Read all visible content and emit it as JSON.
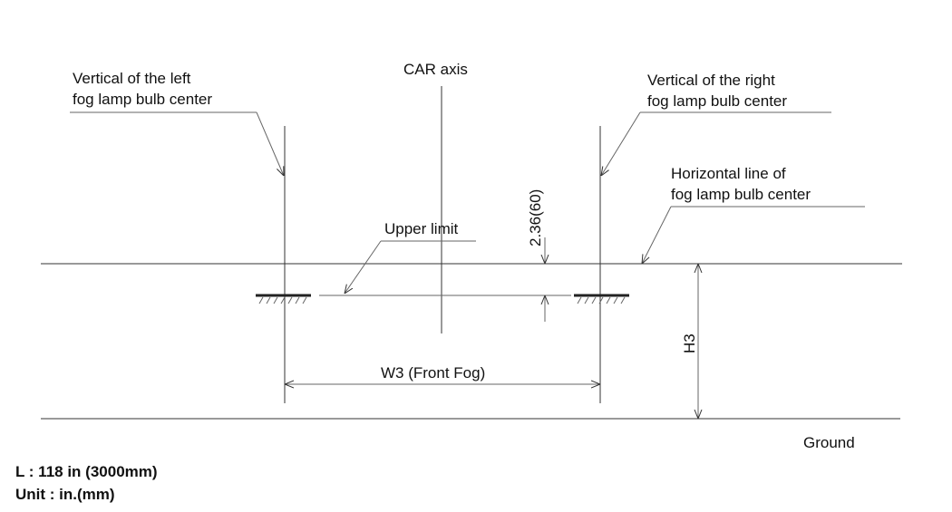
{
  "labels": {
    "left_vertical_line1": "Vertical of the left",
    "left_vertical_line2": "fog lamp bulb center",
    "car_axis": "CAR axis",
    "right_vertical_line1": "Vertical of the right",
    "right_vertical_line2": "fog lamp bulb center",
    "horizontal_line1": "Horizontal line of",
    "horizontal_line2": "fog lamp bulb center",
    "upper_limit": "Upper limit",
    "offset_dimension": "2.36(60)",
    "height_dimension": "H3",
    "width_dimension": "W3 (Front Fog)",
    "ground": "Ground"
  },
  "notes": {
    "distance": "L : 118 in (3000mm)",
    "unit": "Unit : in.(mm)"
  }
}
